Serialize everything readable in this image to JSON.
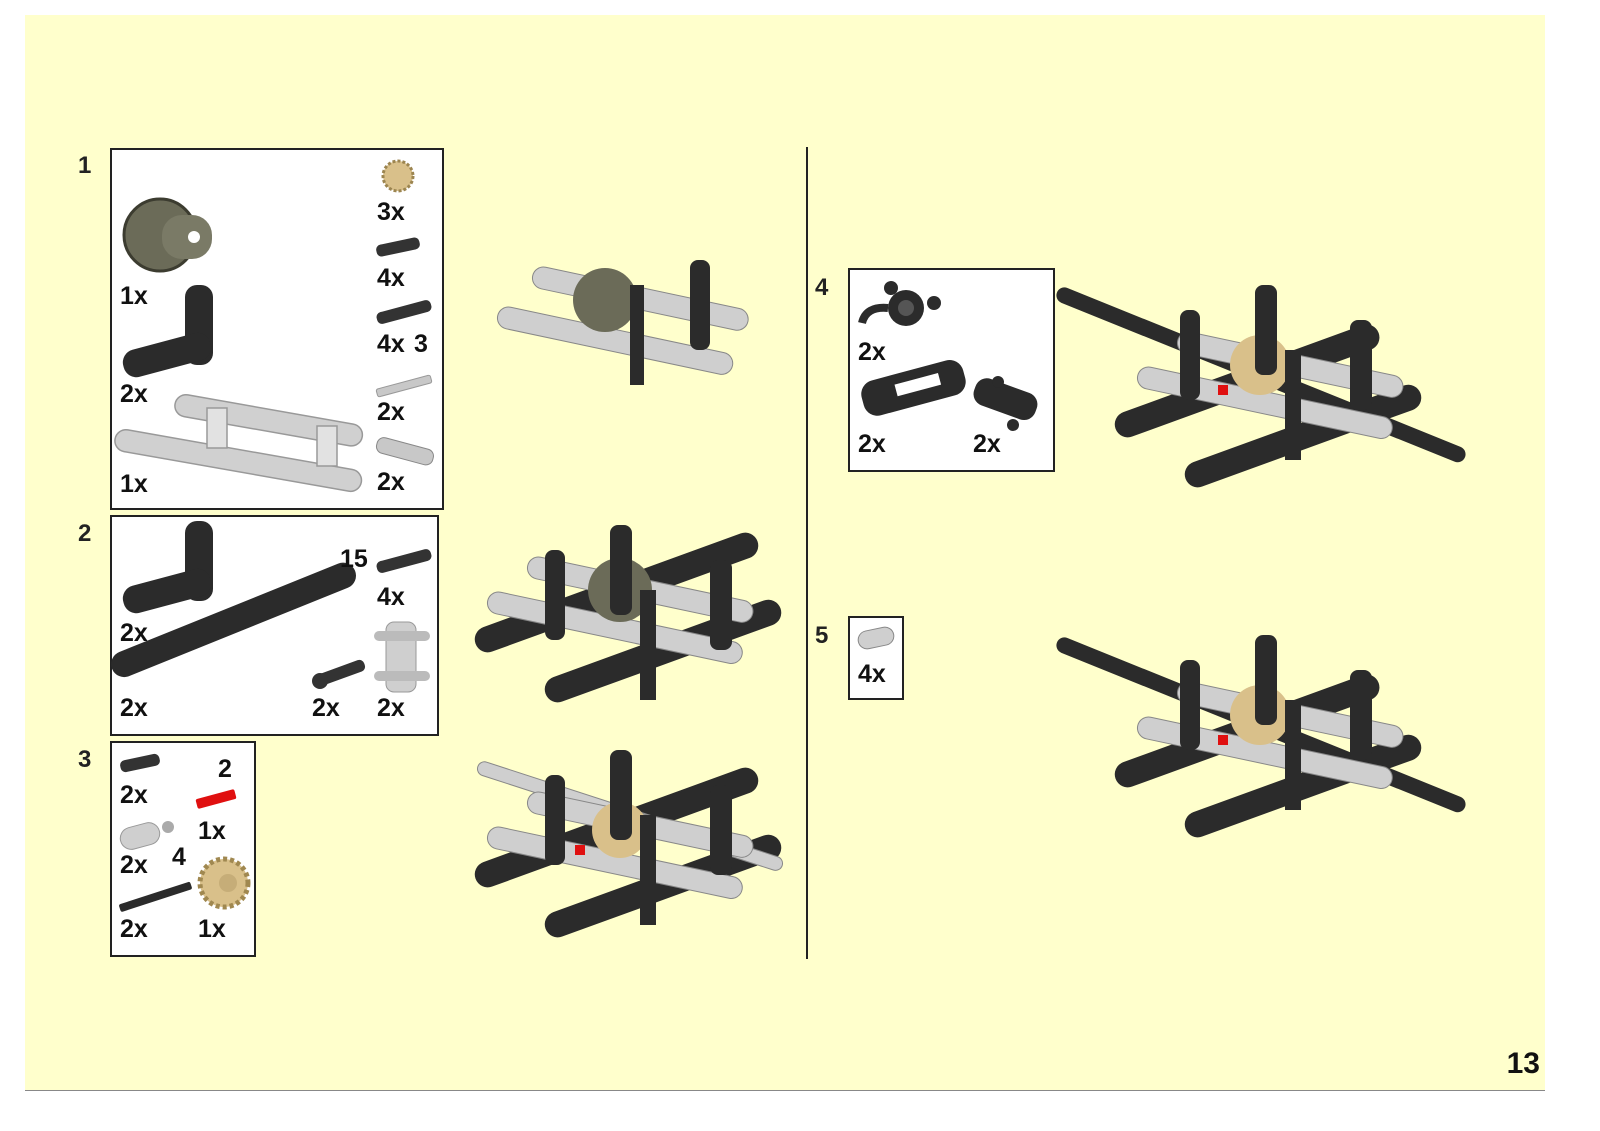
{
  "page_number": "13",
  "steps": [
    {
      "number": "1",
      "parts": [
        {
          "name": "differential",
          "qty": "1x"
        },
        {
          "name": "l-beam-3x5",
          "qty": "2x"
        },
        {
          "name": "open-frame",
          "qty": "1x"
        },
        {
          "name": "gear-12-tooth-tan",
          "qty": "3x"
        },
        {
          "name": "connector-pin-black",
          "qty": "4x"
        },
        {
          "name": "axle-pin-long-black",
          "qty": "4x",
          "size": "3"
        },
        {
          "name": "axle-light-gray",
          "qty": "2x"
        },
        {
          "name": "universal-joint",
          "qty": "2x"
        }
      ]
    },
    {
      "number": "2",
      "parts": [
        {
          "name": "l-beam-3x5",
          "qty": "2x"
        },
        {
          "name": "beam-15",
          "qty": "2x",
          "size": "15"
        },
        {
          "name": "axle-pin-black",
          "qty": "4x"
        },
        {
          "name": "axle-pin-with-bush",
          "qty": "2x"
        },
        {
          "name": "pin-connector-block",
          "qty": "2x"
        }
      ]
    },
    {
      "number": "3",
      "parts": [
        {
          "name": "connector-pin-black",
          "qty": "2x"
        },
        {
          "name": "axle-red",
          "qty": "1x",
          "size": "2"
        },
        {
          "name": "cv-joint",
          "qty": "2x"
        },
        {
          "name": "axle-black",
          "qty": "2x",
          "size": "4"
        },
        {
          "name": "bevel-gear-20-tan",
          "qty": "1x"
        }
      ]
    },
    {
      "number": "4",
      "parts": [
        {
          "name": "steering-arm",
          "qty": "2x"
        },
        {
          "name": "fork-connector",
          "qty": "2x"
        },
        {
          "name": "hub",
          "qty": "2x"
        }
      ]
    },
    {
      "number": "5",
      "parts": [
        {
          "name": "axle-connector",
          "qty": "4x"
        }
      ]
    }
  ],
  "colors": {
    "background": "#FFFFCC",
    "dark": "#2b2b2b",
    "light": "#c8c8c8",
    "tan": "#d9c08a",
    "red": "#e01010"
  }
}
